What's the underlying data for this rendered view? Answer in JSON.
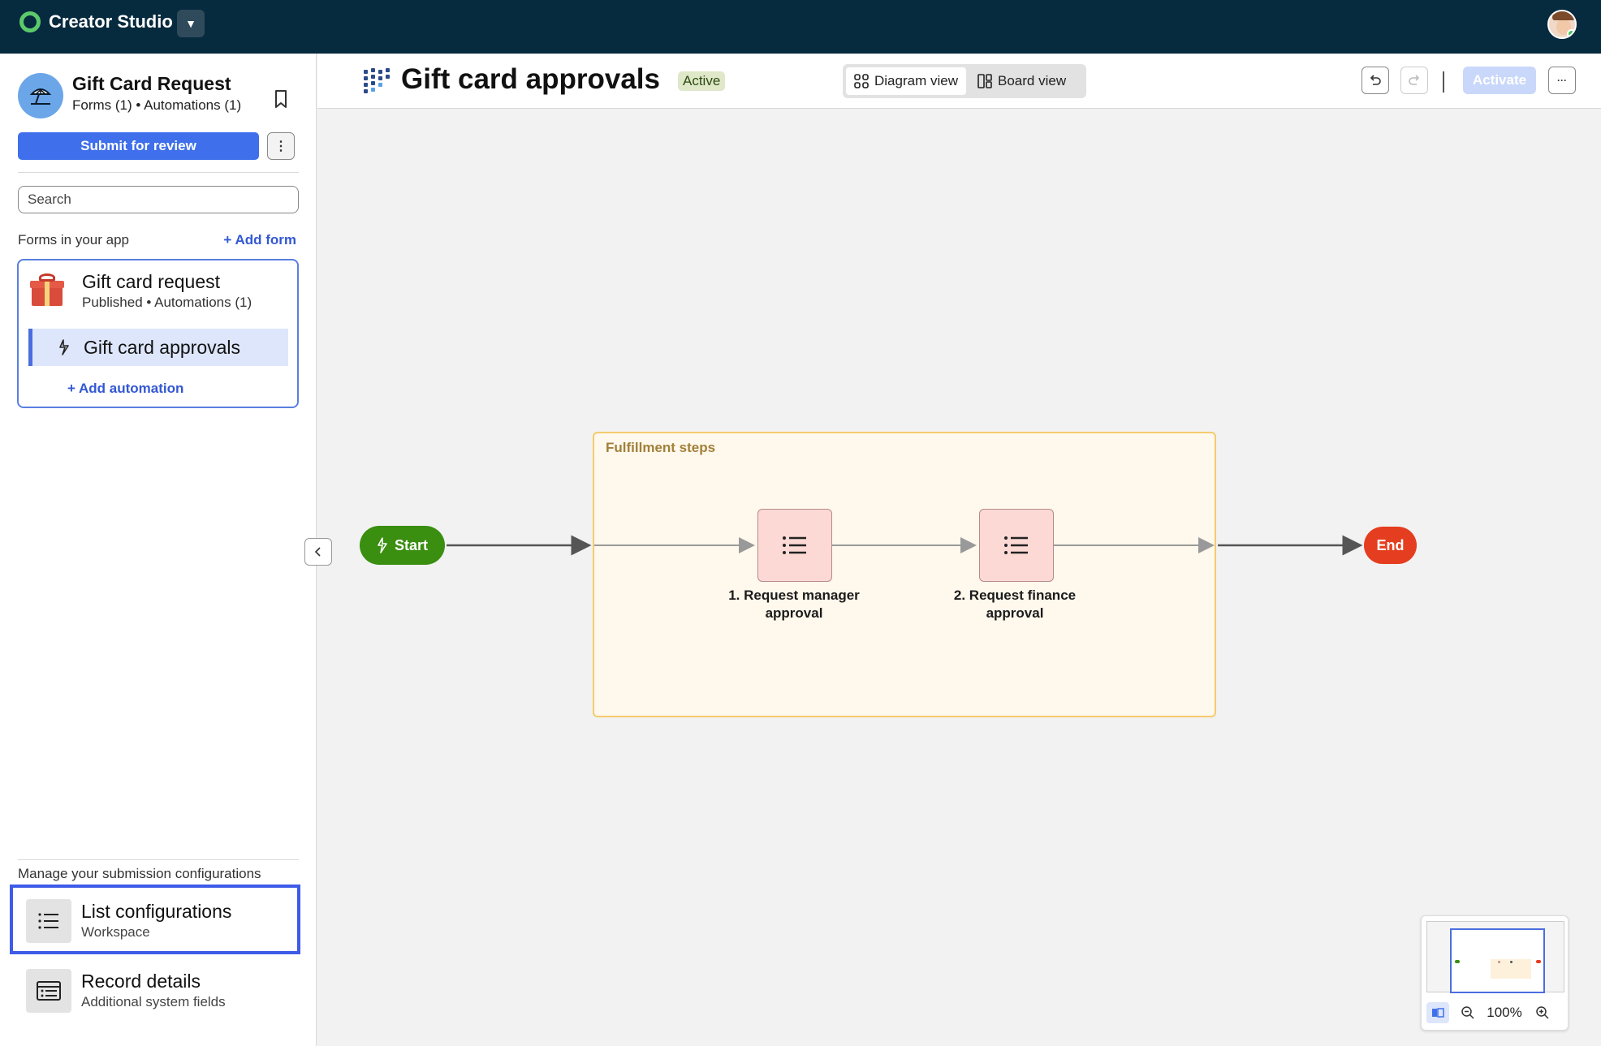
{
  "topbar": {
    "brand": "Creator Studio"
  },
  "sidebar": {
    "app_title": "Gift Card Request",
    "app_subtitle": "Forms (1) • Automations (1)",
    "submit_label": "Submit for review",
    "search_placeholder": "Search",
    "forms_label": "Forms in your app",
    "add_form_label": "+ Add form",
    "form": {
      "title": "Gift card request",
      "subtitle": "Published • Automations (1)",
      "automation": "Gift card approvals",
      "add_automation_label": "+ Add automation"
    },
    "manage_label": "Manage your submission configurations",
    "configs": [
      {
        "title": "List configurations",
        "subtitle": "Workspace"
      },
      {
        "title": "Record details",
        "subtitle": "Additional system fields"
      }
    ]
  },
  "header": {
    "title": "Gift card approvals",
    "status": "Active",
    "views": [
      "Diagram view",
      "Board view"
    ],
    "activate_label": "Activate",
    "more_label": "···"
  },
  "diagram": {
    "lane_label": "Fulfillment steps",
    "start_label": "Start",
    "end_label": "End",
    "steps": [
      {
        "line1": "1. Request manager",
        "line2": "approval"
      },
      {
        "line1": "2. Request finance",
        "line2": "approval"
      }
    ]
  },
  "minimap": {
    "zoom": "100%"
  },
  "colors": {
    "topbar": "#062a3e",
    "primary": "#3f6fea",
    "start": "#3a8e10",
    "end": "#e53d1f",
    "lane_border": "#f5cb6d",
    "step_fill": "#fdd9d5"
  }
}
